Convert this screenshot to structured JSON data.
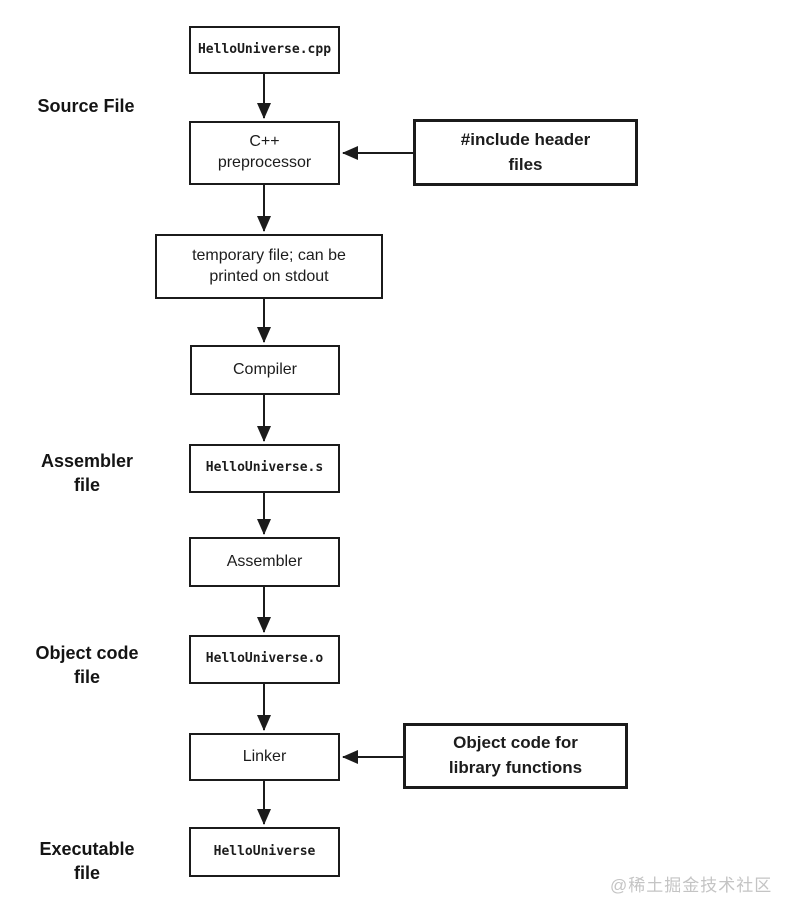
{
  "diagram": {
    "nodes": {
      "source_file": {
        "label": "HelloUniverse.cpp",
        "kind": "file"
      },
      "preprocessor": {
        "label": "C++\npreprocessor",
        "kind": "process"
      },
      "include_headers": {
        "label": "#include header\nfiles",
        "kind": "annotation"
      },
      "temp_file": {
        "label": "temporary file; can be\nprinted on stdout",
        "kind": "file"
      },
      "compiler": {
        "label": "Compiler",
        "kind": "process"
      },
      "assembler_file": {
        "label": "HelloUniverse.s",
        "kind": "file"
      },
      "assembler": {
        "label": "Assembler",
        "kind": "process"
      },
      "object_file": {
        "label": "HelloUniverse.o",
        "kind": "file"
      },
      "linker": {
        "label": "Linker",
        "kind": "process"
      },
      "library_objects": {
        "label": "Object code for\nlibrary functions",
        "kind": "annotation"
      },
      "executable": {
        "label": "HelloUniverse",
        "kind": "file"
      }
    },
    "side_labels": {
      "source": "Source File",
      "assembler": "Assembler\nfile",
      "object": "Object code\nfile",
      "executable": "Executable\nfile"
    },
    "edges": [
      {
        "from": "source_file",
        "to": "preprocessor"
      },
      {
        "from": "include_headers",
        "to": "preprocessor"
      },
      {
        "from": "preprocessor",
        "to": "temp_file"
      },
      {
        "from": "temp_file",
        "to": "compiler"
      },
      {
        "from": "compiler",
        "to": "assembler_file"
      },
      {
        "from": "assembler_file",
        "to": "assembler"
      },
      {
        "from": "assembler",
        "to": "object_file"
      },
      {
        "from": "object_file",
        "to": "linker"
      },
      {
        "from": "library_objects",
        "to": "linker"
      },
      {
        "from": "linker",
        "to": "executable"
      }
    ]
  },
  "watermark": "@稀土掘金技术社区",
  "colors": {
    "background": "#ffffff",
    "line": "#1b1b1b",
    "text": "#1c1c1c",
    "watermark": "#c4c4c4"
  }
}
